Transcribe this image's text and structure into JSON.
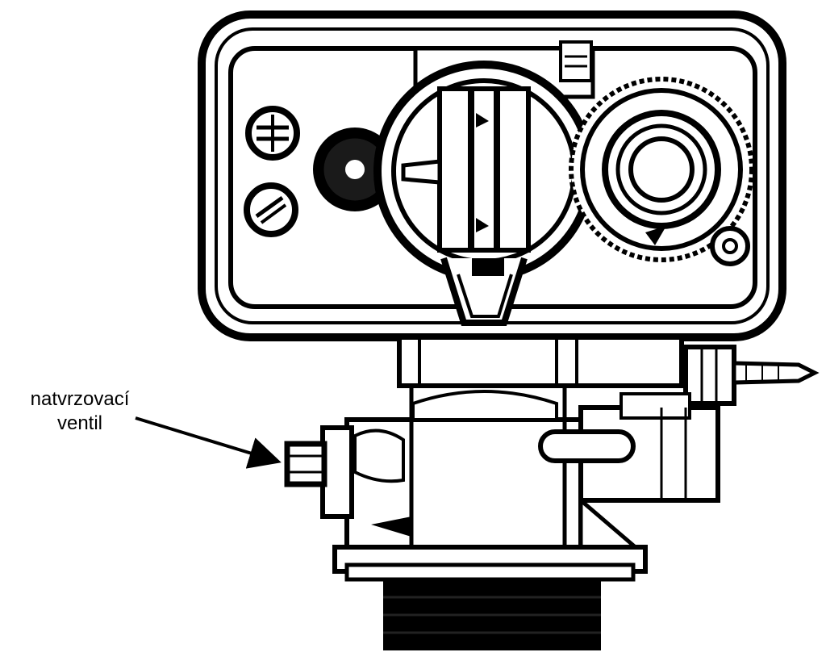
{
  "callout": {
    "line1": "natvrzovací",
    "line2": "ventil"
  },
  "colors": {
    "ink": "#000000",
    "paper": "#ffffff"
  },
  "icons": [
    "valve-head-illustration",
    "arrow-icon"
  ]
}
